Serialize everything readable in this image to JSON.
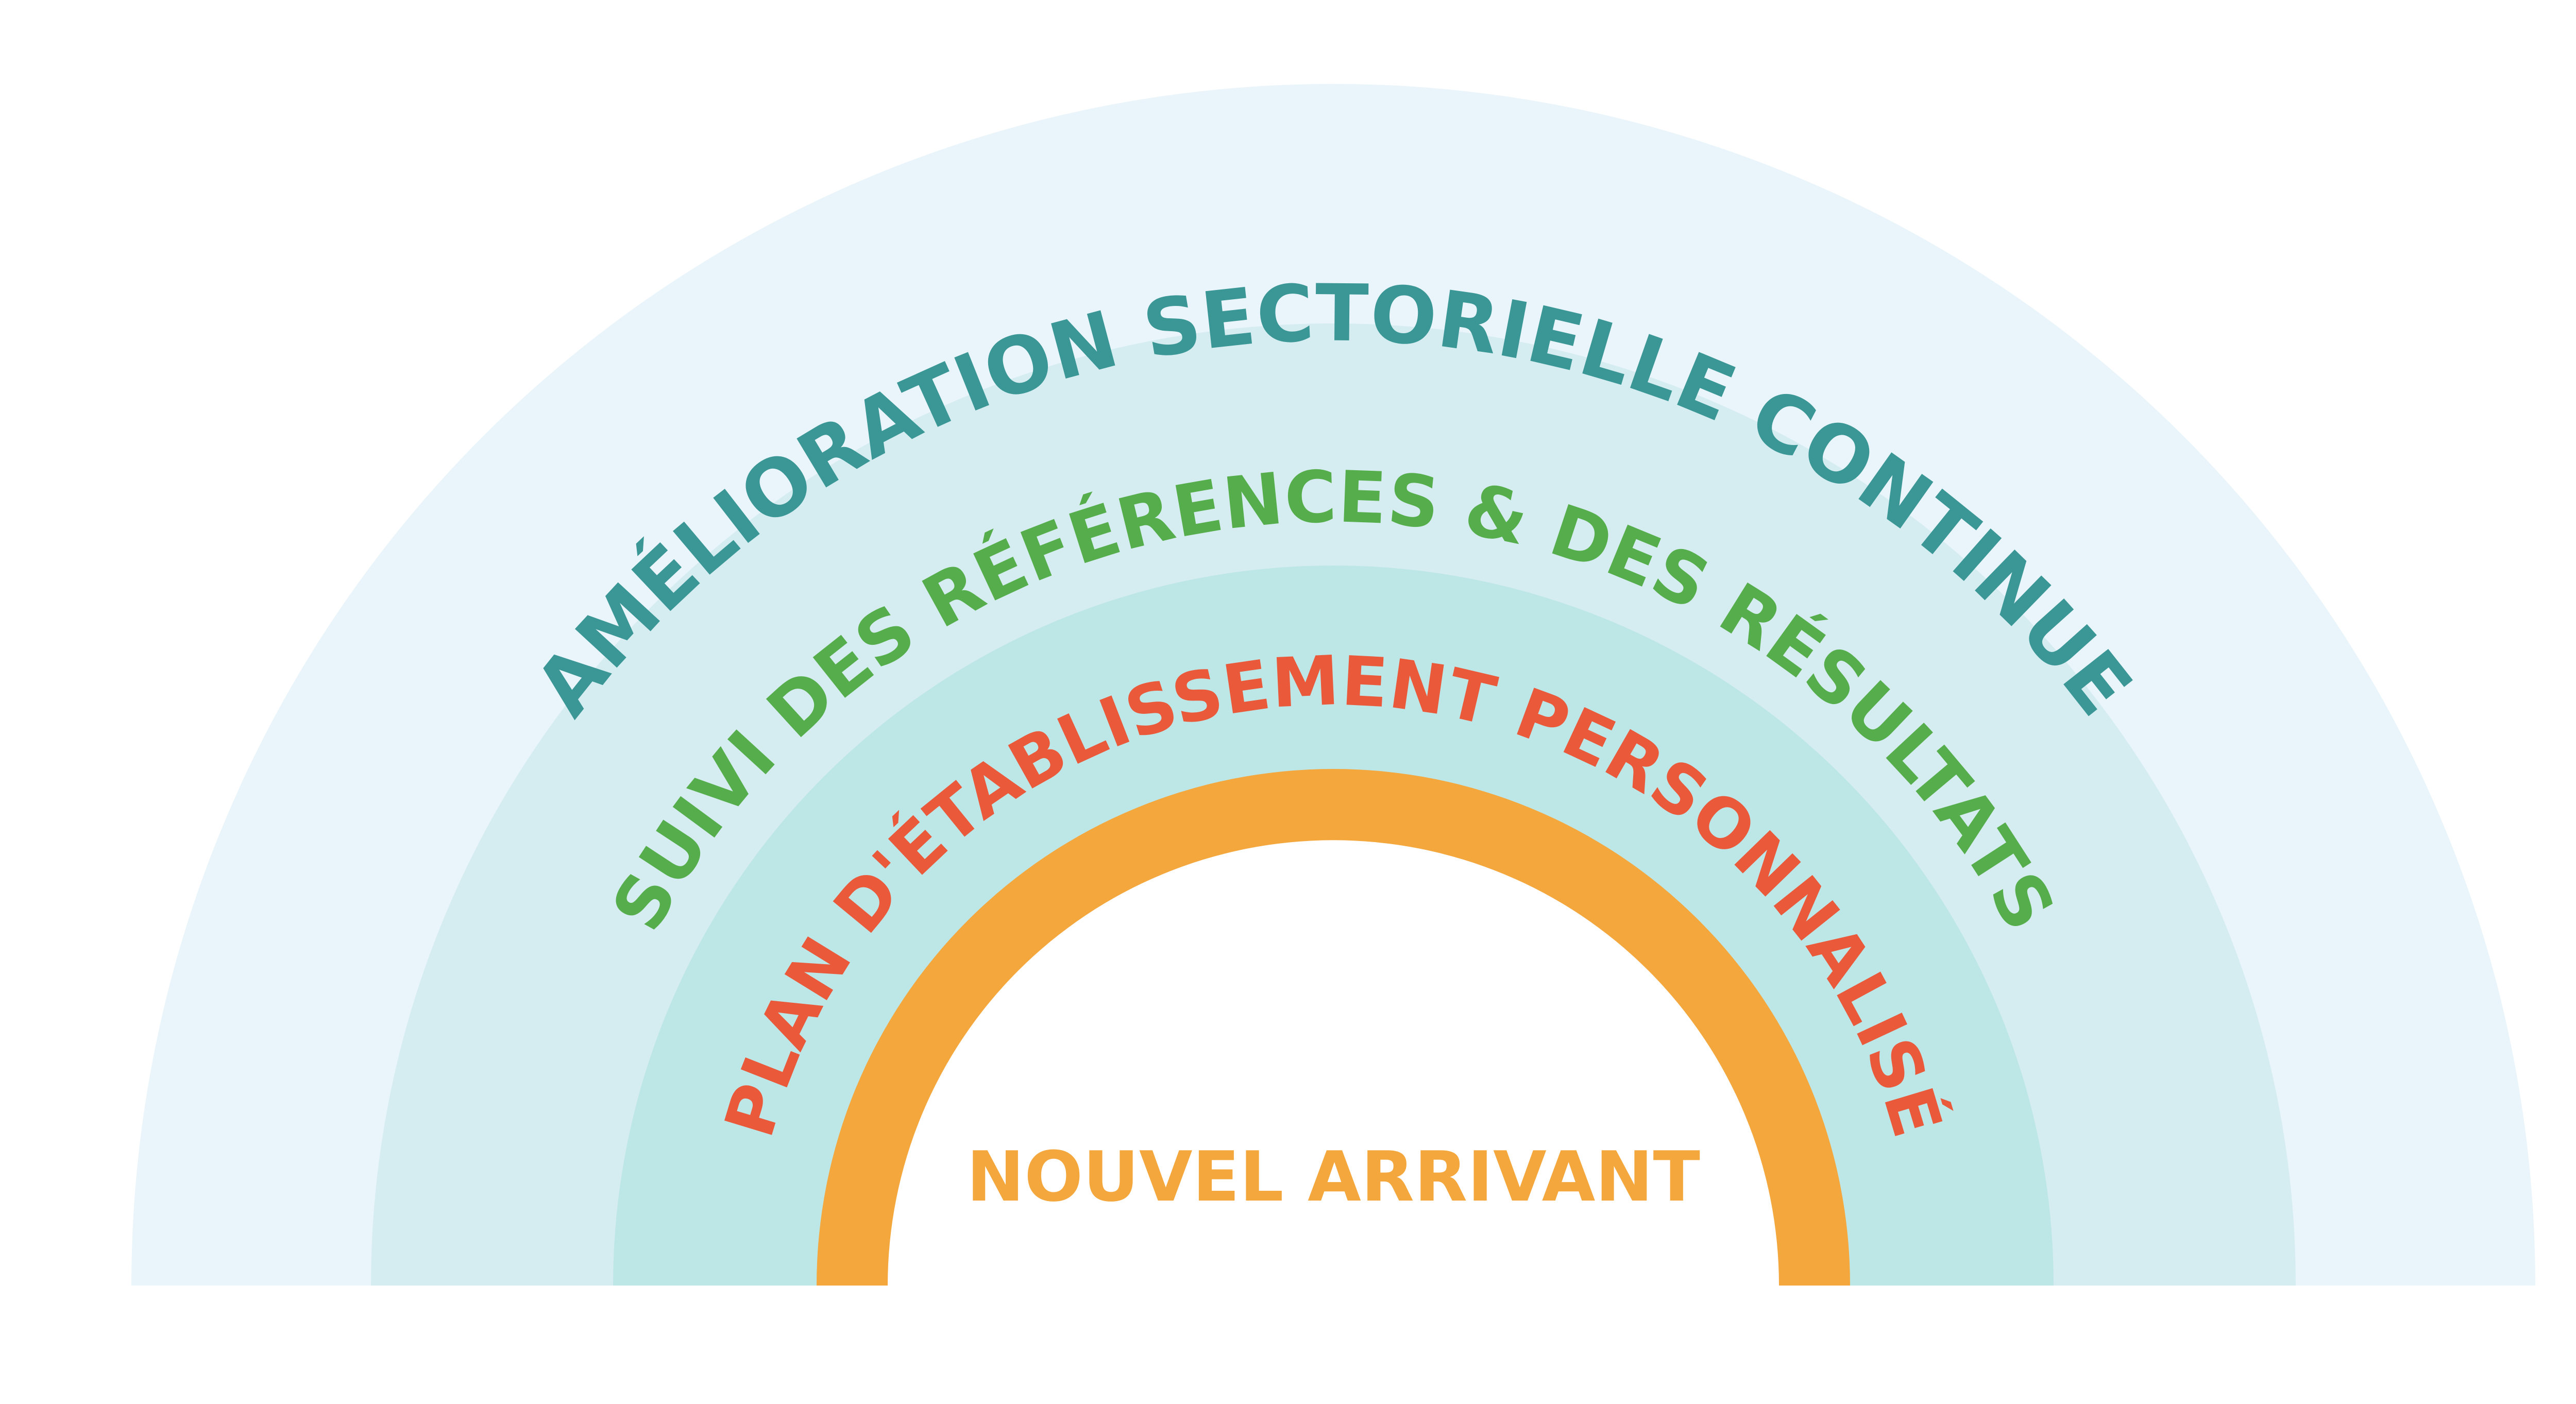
{
  "diagram": {
    "layers": [
      {
        "id": "outer",
        "label": "AMÉLIORATION SECTORIELLE CONTINUE",
        "fill": "#e9f5fa",
        "text_color": "#3b9796"
      },
      {
        "id": "second",
        "label": "SUIVI DES RÉFÉRENCES & DES RÉSULTATS",
        "fill": "#d5edf1",
        "text_color": "#56ad4b"
      },
      {
        "id": "third",
        "label": "PLAN D'ÉTABLISSEMENT PERSONNALISÉ",
        "fill": "#bde6e7",
        "text_color": "#ea5a3a"
      },
      {
        "id": "core",
        "label": "NOUVEL ARRIVANT",
        "ring_color": "#f4a73c",
        "inner_fill": "#ffffff",
        "text_color": "#f4a73c"
      }
    ]
  }
}
